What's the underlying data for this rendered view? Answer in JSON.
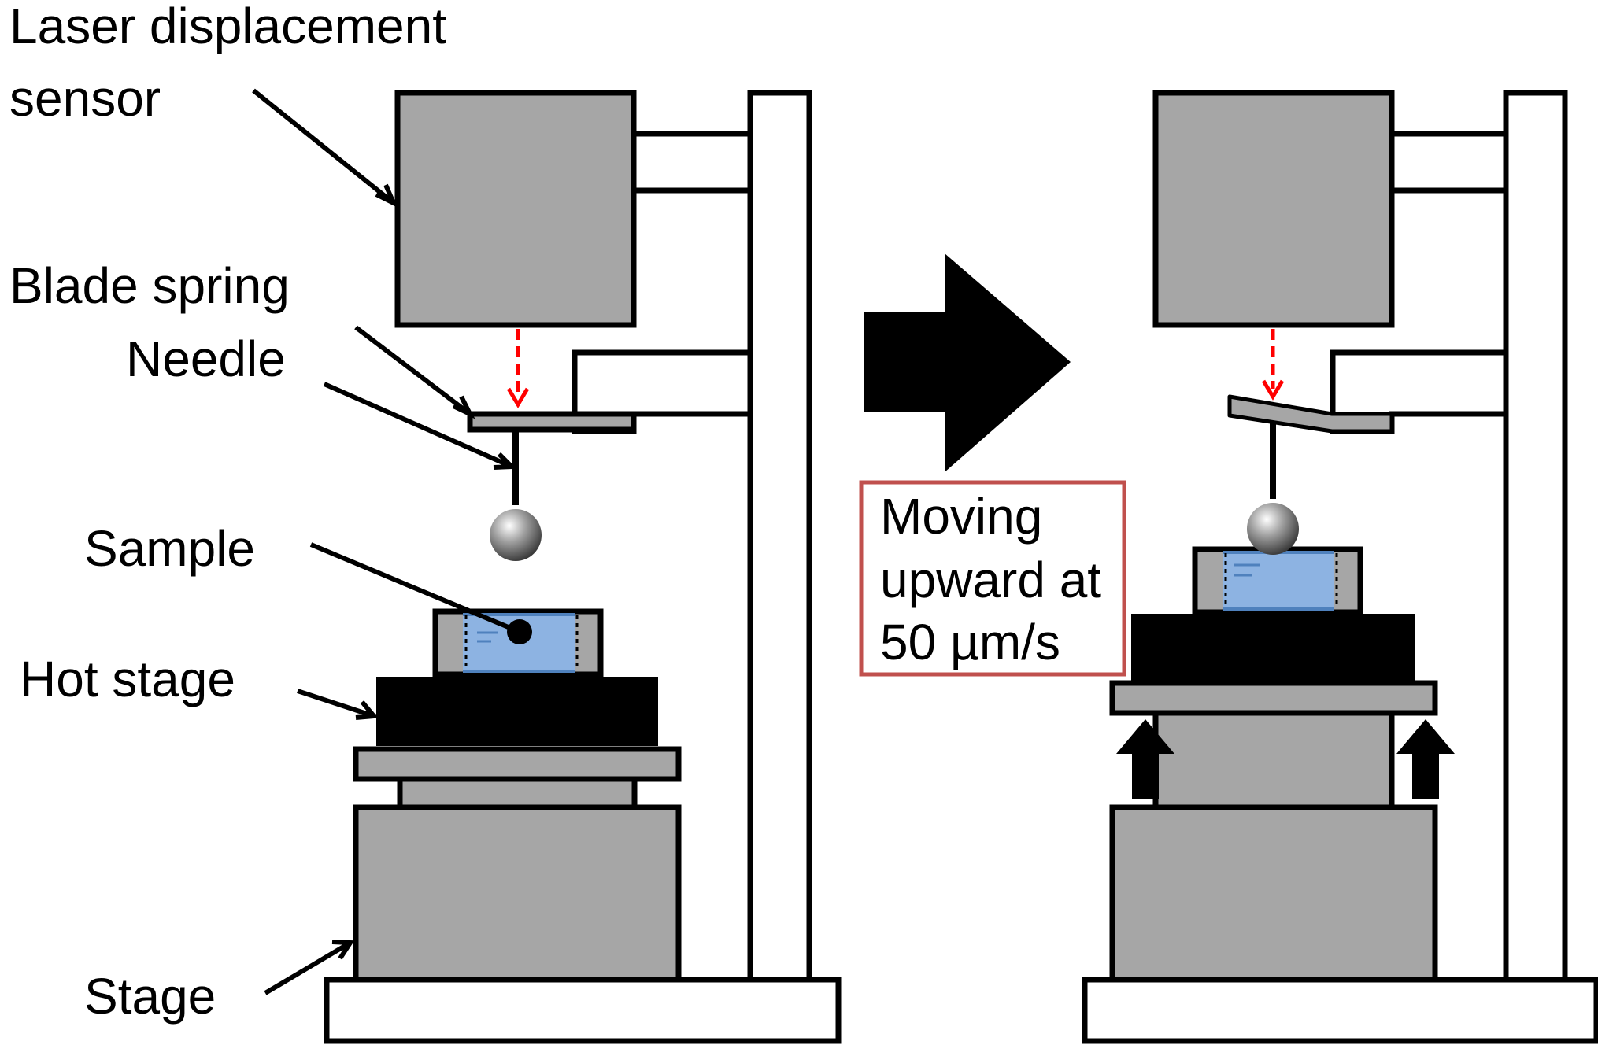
{
  "labels": {
    "laser_line1": "Laser displacement",
    "laser_line2": "sensor",
    "blade_spring": "Blade spring",
    "needle": "Needle",
    "sample": "Sample",
    "hot_stage": "Hot stage",
    "stage": "Stage"
  },
  "annotation": {
    "line1": "Moving",
    "line2": "upward at",
    "line3": "50 µm/s",
    "border_color": "#c0504d"
  },
  "colors": {
    "gray": "#a6a6a6",
    "sample_blue": "#8db3e2",
    "laser_beam": "#ff0000",
    "frame": "#000000"
  }
}
